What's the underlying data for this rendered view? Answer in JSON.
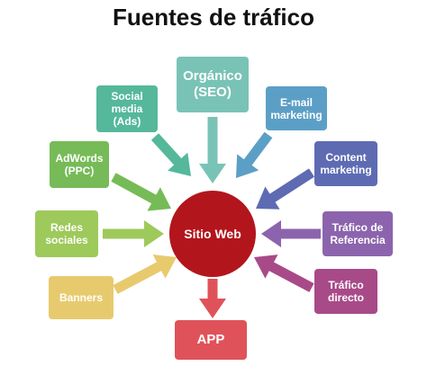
{
  "title": "Fuentes de tráfico",
  "center": {
    "label": "Sitio Web",
    "color": "#b3151c"
  },
  "sources": {
    "organico": {
      "label": "Orgánico\n(SEO)",
      "color": "#79c3b6"
    },
    "social": {
      "label": "Social\nmedia\n(Ads)",
      "color": "#55b89a"
    },
    "email": {
      "label": "E-mail\nmarketing",
      "color": "#5c9fc6"
    },
    "adwords": {
      "label": "AdWords\n(PPC)",
      "color": "#76bb57"
    },
    "content": {
      "label": "Content\nmarketing",
      "color": "#5e6bb3"
    },
    "redes": {
      "label": "Redes\nsociales",
      "color": "#9ec95b"
    },
    "trafico_ref": {
      "label": "Tráfico de\nReferencia",
      "color": "#8c64ad"
    },
    "banners": {
      "label": "Banners",
      "color": "#e8ca6e"
    },
    "trafico_dir": {
      "label": "Tráfico\ndirecto",
      "color": "#a84a88"
    }
  },
  "output": {
    "label": "APP",
    "color": "#e0525a"
  }
}
